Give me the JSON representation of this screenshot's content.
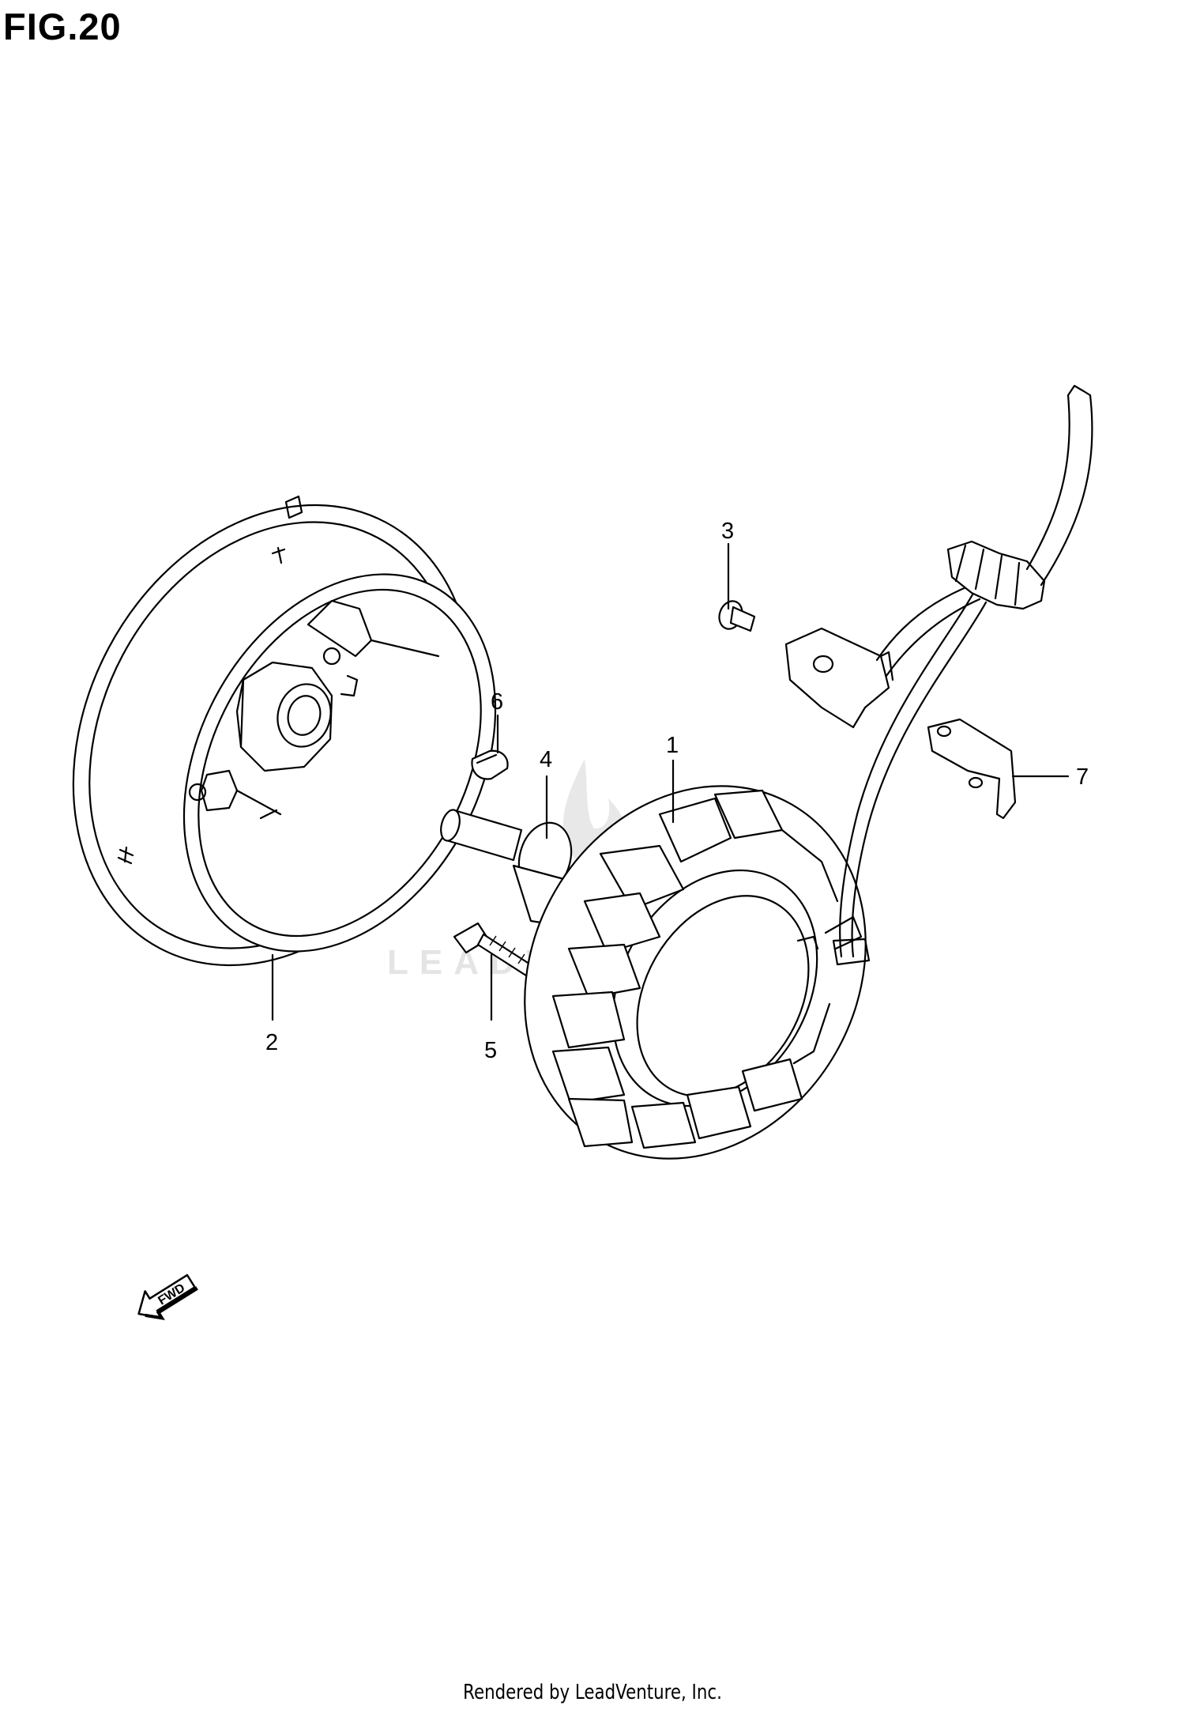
{
  "figure": {
    "title": "FIG.20"
  },
  "callouts": [
    {
      "id": "1",
      "label": "1"
    },
    {
      "id": "2",
      "label": "2"
    },
    {
      "id": "3",
      "label": "3"
    },
    {
      "id": "4",
      "label": "4"
    },
    {
      "id": "5",
      "label": "5"
    },
    {
      "id": "6",
      "label": "6"
    },
    {
      "id": "7",
      "label": "7"
    }
  ],
  "direction_marker": {
    "label": "FWD",
    "icon": "fwd-arrow-icon"
  },
  "watermark": {
    "text": "LEADVENTURE",
    "icon": "flame-logo-icon"
  },
  "footer": {
    "text": "Rendered by LeadVenture, Inc."
  }
}
